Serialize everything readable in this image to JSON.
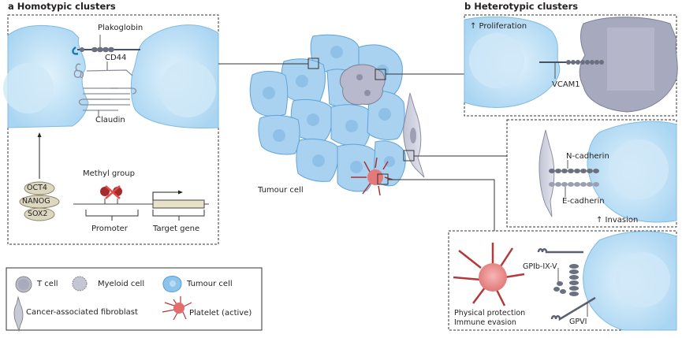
{
  "figure": {
    "panel_a": {
      "letter": "a",
      "title": "Homotypic clusters",
      "labels": {
        "plakoglobin": "Plakoglobin",
        "cd44": "CD44",
        "claudin": "Claudin",
        "methyl_group": "Methyl group",
        "promoter": "Promoter",
        "target_gene": "Target gene"
      },
      "transcription_factors": [
        "OCT4",
        "NANOG",
        "SOX2"
      ]
    },
    "panel_b": {
      "letter": "b",
      "title": "Heterotypic clusters",
      "myeloid": {
        "effect": "↑ Proliferation",
        "molecule": "VCAM1"
      },
      "fibroblast": {
        "molecule_top": "N-cadherin",
        "molecule_bottom": "E-cadherin",
        "effect": "↑ Invasion"
      },
      "platelet": {
        "molecule_top": "GPIb-IX-V",
        "molecule_bottom": "GPVI",
        "effects": [
          "Physical protection",
          "Immune evasion"
        ]
      }
    },
    "center": {
      "label": "Tumour cell"
    },
    "legend": {
      "items": [
        {
          "icon": "t-cell-icon",
          "label": "T cell"
        },
        {
          "icon": "myeloid-cell-icon",
          "label": "Myeloid cell"
        },
        {
          "icon": "tumour-cell-icon",
          "label": "Tumour cell"
        },
        {
          "icon": "fibroblast-icon",
          "label": "Cancer-associated fibroblast"
        },
        {
          "icon": "platelet-icon",
          "label": "Platelet (active)"
        }
      ]
    },
    "colors": {
      "tumour_fill": "#bfe0f5",
      "tumour_stroke": "#6aaee0",
      "tumour_nucleus": "#9ccbee",
      "myeloid_fill": "#b8b9cc",
      "fibroblast_fill": "#d2d3e0",
      "platelet_fill": "#ee8a8a",
      "platelet_stroke": "#b33a3a",
      "protein": "#6b7080",
      "methyl": "#a52a2a",
      "tf_fill": "#dcd7c0"
    }
  }
}
